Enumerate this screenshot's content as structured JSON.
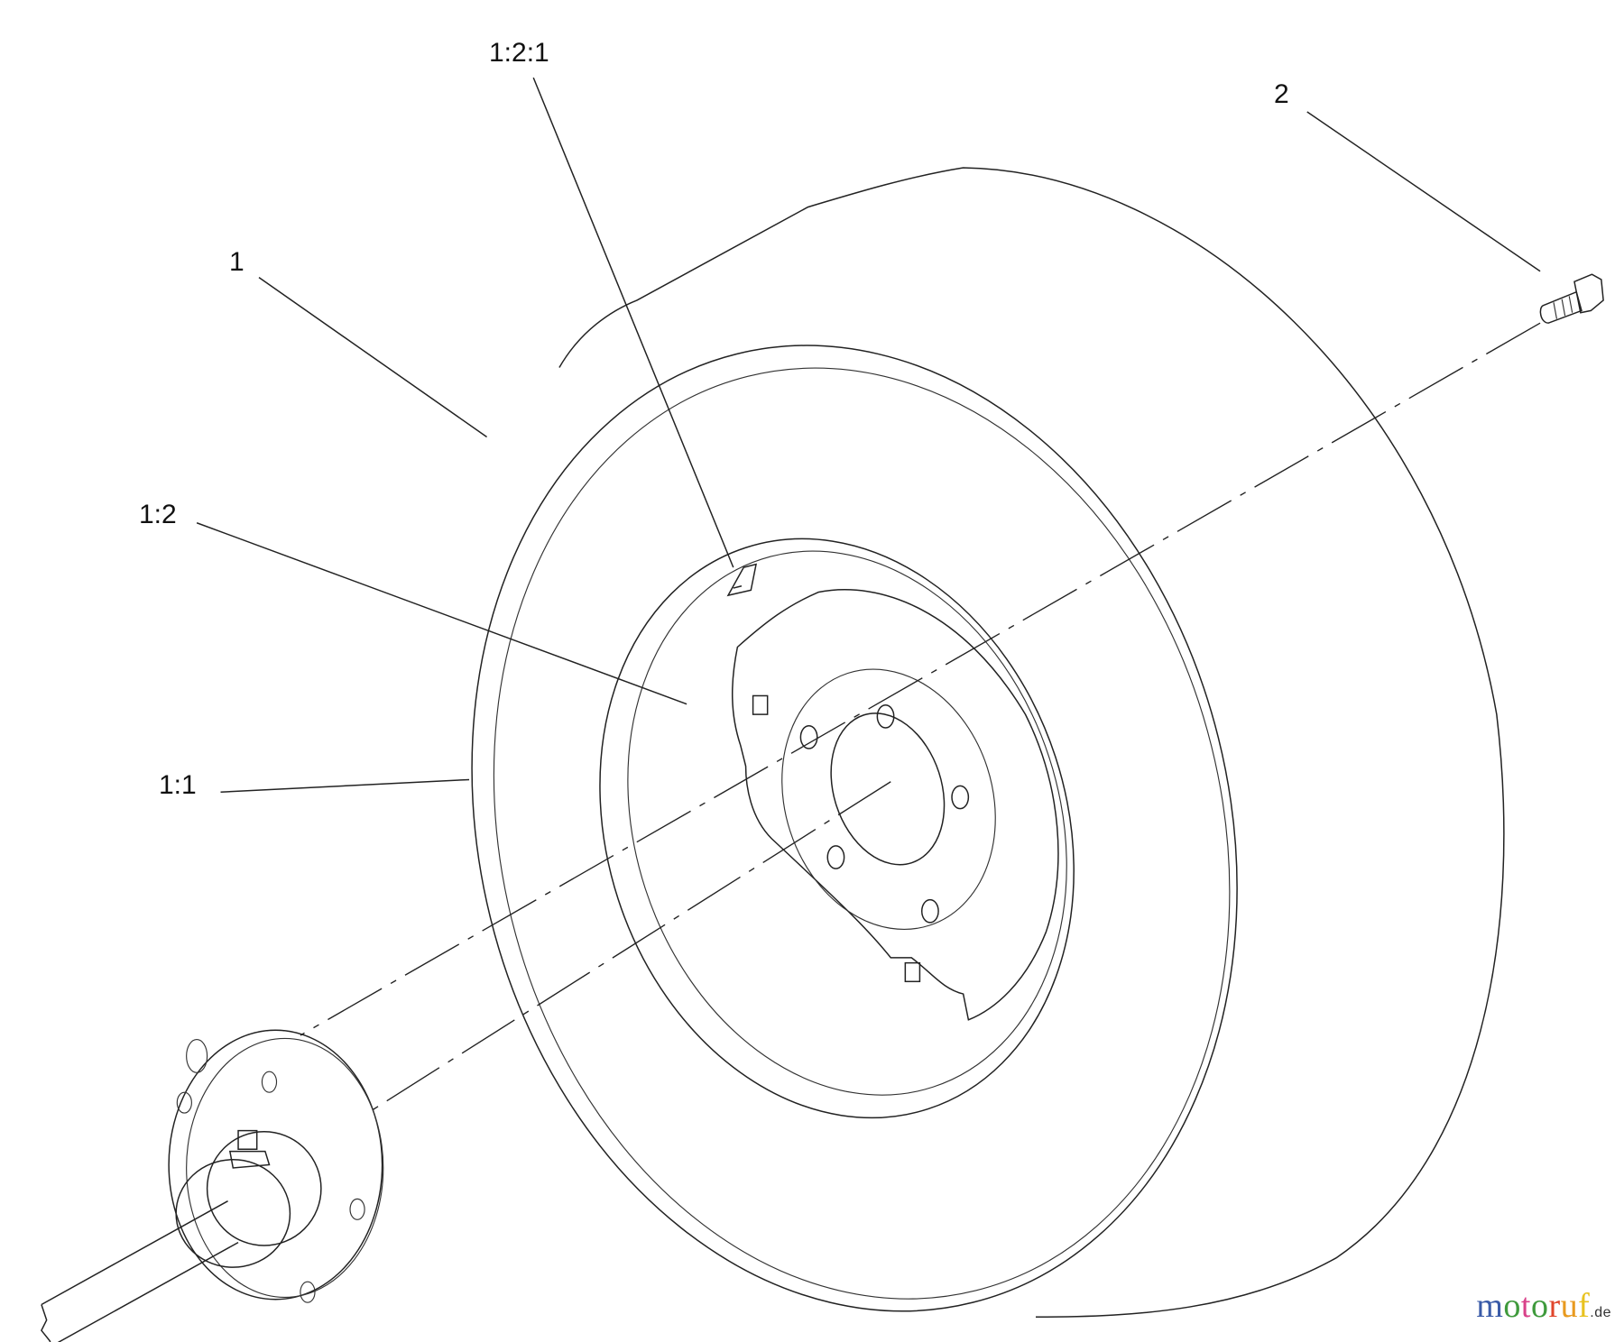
{
  "callouts": {
    "c121": "1:2:1",
    "c2": "2",
    "c1": "1",
    "c12": "1:2",
    "c11": "1:1"
  },
  "logo": {
    "text": "motoruf",
    "suffix": ".de",
    "letter_colors": [
      "#3a5ba8",
      "#3f9a3c",
      "#d9428a",
      "#3f9a3c",
      "#e0462c",
      "#e89a1f",
      "#e8c21f"
    ]
  }
}
